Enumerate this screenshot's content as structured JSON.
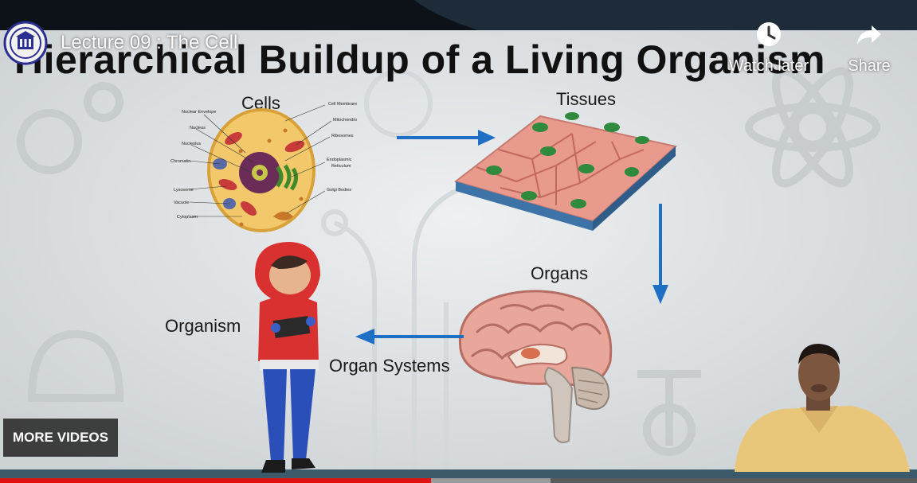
{
  "video": {
    "title": "Lecture 09 : The Cell",
    "progress_fraction": 0.47,
    "loaded_fraction": 0.6
  },
  "controls": {
    "watch_later_label": "Watch later",
    "share_label": "Share",
    "more_videos_label": "MORE VIDEOS"
  },
  "slide": {
    "title": "Hierarchical Buildup of a Living Organism",
    "labels": {
      "cells": "Cells",
      "tissues": "Tissues",
      "organs": "Organs",
      "organism": "Organism",
      "organ_systems": "Organ Systems"
    },
    "cell_parts_left": [
      "Nuclear Envelope",
      "Nucleus",
      "Nucleolus",
      "Chromatin",
      "Lysosome",
      "Vacuole",
      "Cytoplasm"
    ],
    "cell_parts_right": [
      "Cell Membrane",
      "Mitochondria",
      "Ribosomes",
      "Endoplasmic Reticulum",
      "Golgi Bodies"
    ]
  },
  "colors": {
    "arrow": "#1f6fc4",
    "progress": "#e01313",
    "slide_bg": "#d9dde0"
  }
}
